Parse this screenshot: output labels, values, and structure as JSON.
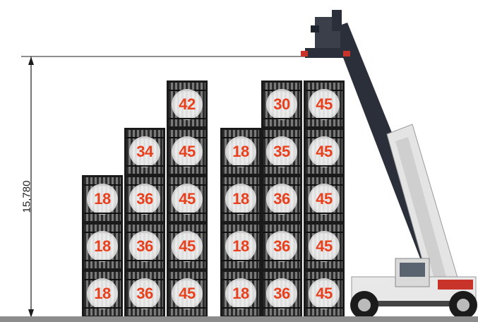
{
  "dimension": {
    "label": "15,780"
  },
  "stacks": [
    {
      "column": "left-1",
      "weights": [
        "18",
        "18",
        "18"
      ]
    },
    {
      "column": "left-2",
      "weights": [
        "36",
        "36",
        "36",
        "34"
      ]
    },
    {
      "column": "left-3",
      "weights": [
        "45",
        "45",
        "45",
        "45",
        "42"
      ]
    },
    {
      "column": "right-1",
      "weights": [
        "18",
        "18",
        "18",
        "18"
      ]
    },
    {
      "column": "right-2",
      "weights": [
        "36",
        "36",
        "36",
        "35",
        "30"
      ]
    },
    {
      "column": "right-3",
      "weights": [
        "45",
        "45",
        "45",
        "45",
        "45"
      ]
    }
  ],
  "colors": {
    "weight_text": "#e8401c",
    "machine_body": "#e8e8e8",
    "boom": "#2a2f3a"
  }
}
